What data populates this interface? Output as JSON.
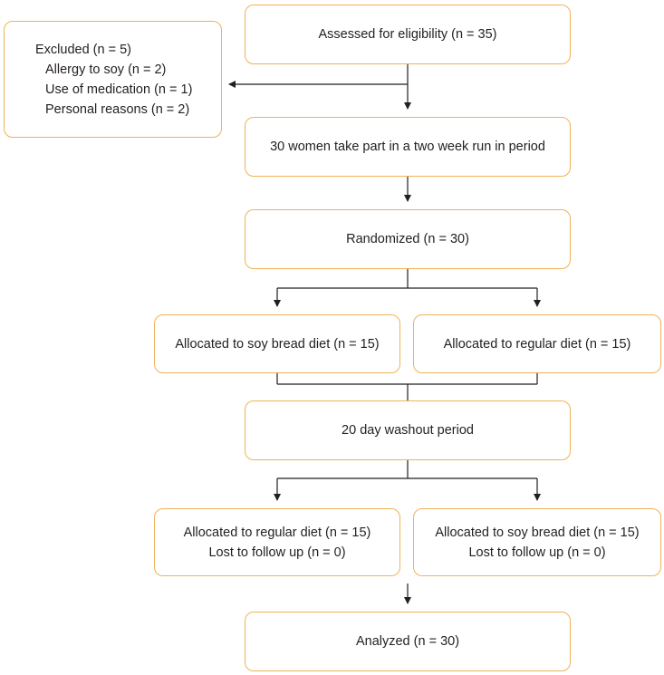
{
  "colors": {
    "box_border": "#f0b25a",
    "line": "#231f20",
    "text": "#231f20"
  },
  "boxes": {
    "assessed": {
      "text": "Assessed for eligibility (n = 35)"
    },
    "excluded": {
      "title": "Excluded (n = 5)",
      "reasons": [
        "Allergy to soy (n = 2)",
        "Use of medication (n = 1)",
        "Personal reasons (n = 2)"
      ]
    },
    "run_in": {
      "text": "30 women take part in a two week run in period"
    },
    "randomized": {
      "text": "Randomized (n = 30)"
    },
    "alloc_soy_1": {
      "text": "Allocated to soy bread diet (n = 15)"
    },
    "alloc_regular_1": {
      "text": "Allocated to regular diet (n = 15)"
    },
    "washout": {
      "text": "20 day washout period"
    },
    "alloc_regular_2": {
      "line1": "Allocated to regular diet (n = 15)",
      "line2": "Lost to follow up (n = 0)"
    },
    "alloc_soy_2": {
      "line1": "Allocated to soy bread diet (n = 15)",
      "line2": "Lost to follow up (n = 0)"
    },
    "analyzed": {
      "text": "Analyzed (n = 30)"
    }
  }
}
